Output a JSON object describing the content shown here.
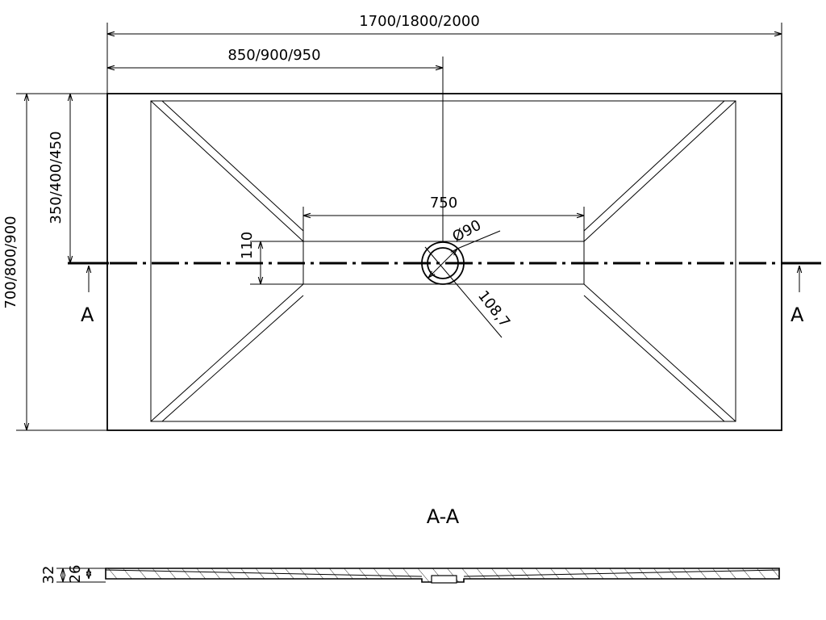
{
  "dimensions": {
    "total_length": "1700/1800/2000",
    "drain_offset_x": "850/900/950",
    "drain_offset_y": "350/400/450",
    "total_width": "700/800/900",
    "channel_length": "750",
    "channel_width": "110",
    "drain_diameter": "Ø90",
    "drain_outer": "108,7",
    "total_height": "32",
    "tray_height": "26"
  },
  "section": {
    "marker_left": "A",
    "marker_right": "A",
    "title": "A-A"
  }
}
